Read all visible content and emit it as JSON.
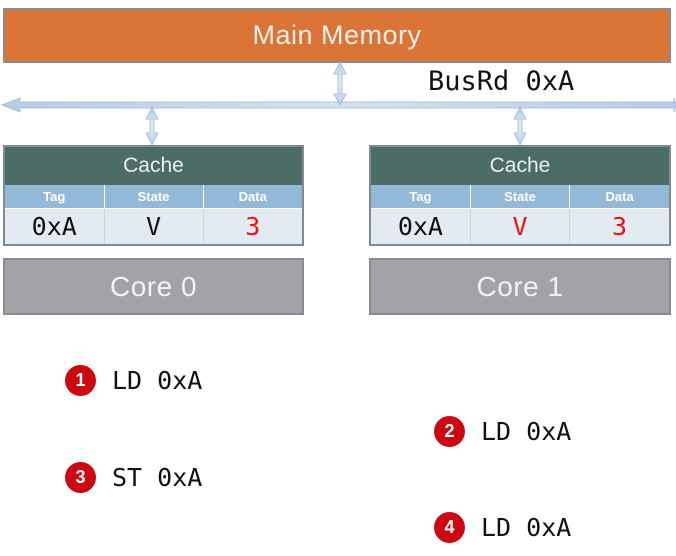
{
  "diagram": {
    "title": "Cache coherence bus transaction diagram",
    "colors": {
      "memory_fill": "#DB7537",
      "cache_header_fill": "#4C6C66",
      "table_header_fill": "#93B9D9",
      "core_fill": "#A3A3A7",
      "badge_fill": "#CC0812",
      "highlight_text": "#EE1111",
      "arrow": "#9FB8D6"
    }
  },
  "memory": {
    "label": "Main Memory"
  },
  "bus": {
    "label": "BusRd 0xA"
  },
  "nodes": [
    {
      "cache_title": "Cache",
      "columns": [
        "Tag",
        "State",
        "Data"
      ],
      "row": {
        "tag": "0xA",
        "tag_red": false,
        "state": "V",
        "state_red": false,
        "data": "3",
        "data_red": true
      },
      "core_label": "Core 0"
    },
    {
      "cache_title": "Cache",
      "columns": [
        "Tag",
        "State",
        "Data"
      ],
      "row": {
        "tag": "0xA",
        "tag_red": false,
        "state": "V",
        "state_red": true,
        "data": "3",
        "data_red": true
      },
      "core_label": "Core 1"
    }
  ],
  "steps": [
    {
      "number": "1",
      "text": "LD 0xA"
    },
    {
      "number": "2",
      "text": "LD 0xA"
    },
    {
      "number": "3",
      "text": "ST 0xA"
    },
    {
      "number": "4",
      "text": "LD 0xA"
    }
  ]
}
